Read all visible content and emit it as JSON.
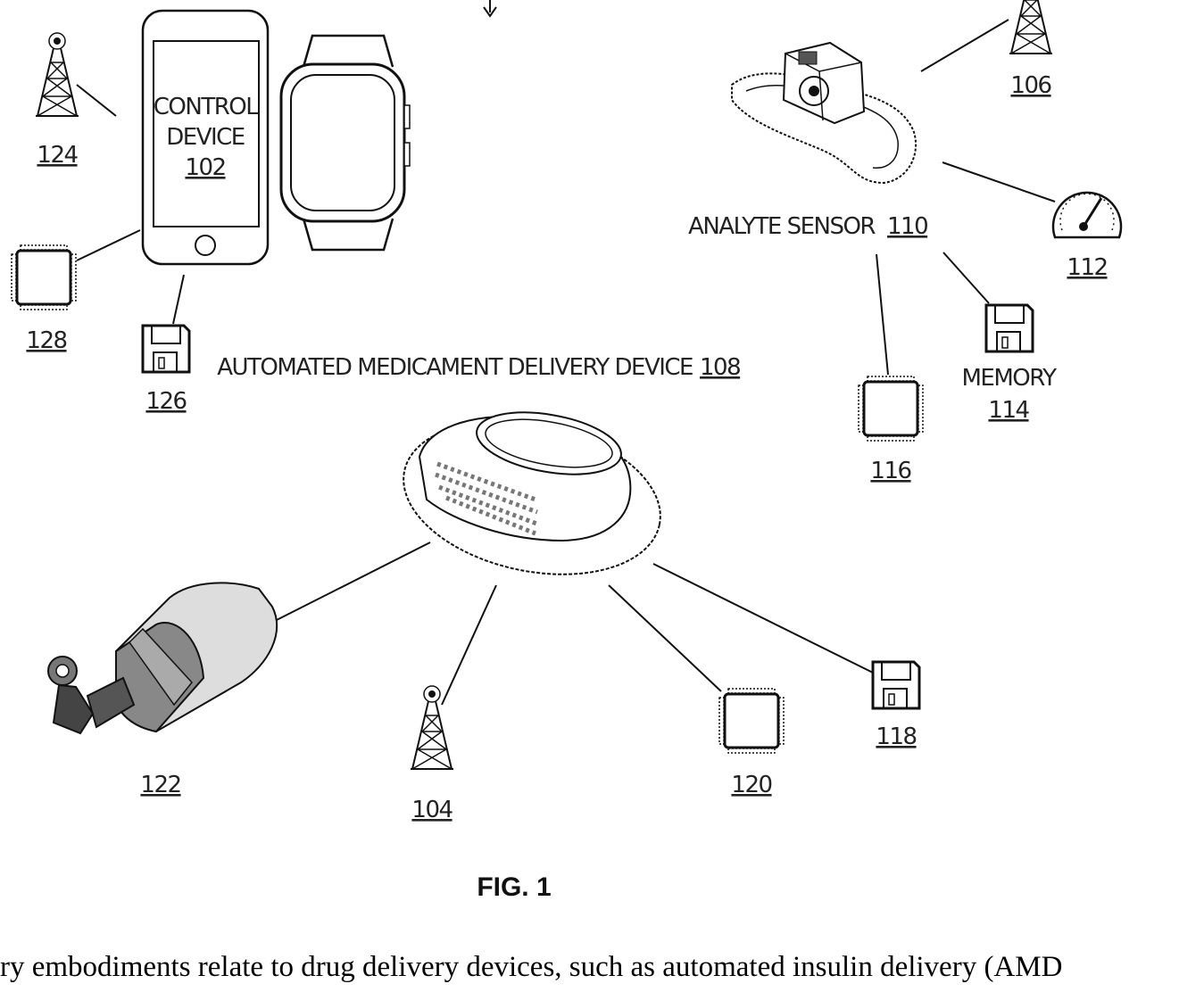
{
  "figure": {
    "caption": "FIG. 1",
    "labels": {
      "control_device_line1": "CONTROL",
      "control_device_line2": "DEVICE",
      "control_device_ref": "102",
      "tower_top_left_ref": "124",
      "tower_top_right_ref": "106",
      "analyte_sensor": "ANALYTE SENSOR",
      "analyte_sensor_ref": "110",
      "gauge_ref": "112",
      "memory_text": "MEMORY",
      "memory_ref": "114",
      "chip_sensor_ref": "116",
      "chip_control_ref": "128",
      "disk_control_ref": "126",
      "delivery_device": "AUTOMATED MEDICAMENT DELIVERY DEVICE",
      "delivery_device_ref": "108",
      "reservoir_ref": "122",
      "tower_bottom_ref": "104",
      "chip_delivery_ref": "120",
      "disk_delivery_ref": "118"
    }
  },
  "body_text": "ry embodiments relate to drug delivery devices, such as automated insulin delivery (AMD"
}
